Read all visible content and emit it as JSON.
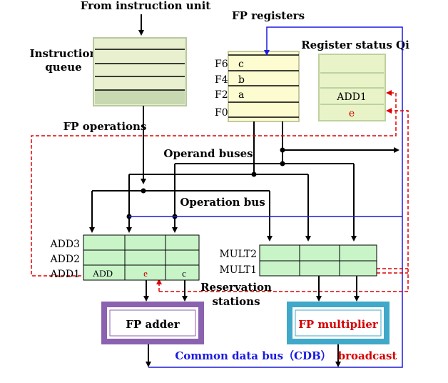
{
  "labels": {
    "from_instruction_unit": "From instruction unit",
    "instruction_queue_line1": "Instruction",
    "instruction_queue_line2": "queue",
    "fp_registers": "FP registers",
    "register_status": "Register status Qi",
    "fp_operations": "FP operations",
    "operand_buses": "Operand buses",
    "operation_bus": "Operation bus",
    "reservation_line1": "Reservation",
    "reservation_line2": "stations",
    "fp_adder": "FP adder",
    "fp_multiplier": "FP multiplier",
    "cdb": "Common data bus（CDB）",
    "broadcast": "broadcast"
  },
  "fp_registers": [
    {
      "name": "F6",
      "value": "c"
    },
    {
      "name": "F4",
      "value": "b"
    },
    {
      "name": "F2",
      "value": "a"
    },
    {
      "name": "F0",
      "value": ""
    }
  ],
  "register_status": [
    "",
    "",
    "ADD1",
    "e"
  ],
  "add_stations": [
    {
      "name": "ADD3",
      "cells": [
        "",
        "",
        ""
      ]
    },
    {
      "name": "ADD2",
      "cells": [
        "",
        "",
        ""
      ]
    },
    {
      "name": "ADD1",
      "cells": [
        "ADD",
        "e",
        "c"
      ]
    }
  ],
  "mult_stations": [
    {
      "name": "MULT2",
      "cells": [
        "",
        "",
        ""
      ]
    },
    {
      "name": "MULT1",
      "cells": [
        "",
        "",
        ""
      ]
    }
  ],
  "colors": {
    "queue_fill": "#e8f0d0",
    "register_fill": "#fcfcd0",
    "status_fill": "#e8f4c8",
    "station_fill": "#c8f4c8",
    "adder_border": "#8a62b0",
    "multiplier_border": "#40a8c8",
    "cdb_line": "#1a1ae0",
    "dashed": "#e00000"
  }
}
